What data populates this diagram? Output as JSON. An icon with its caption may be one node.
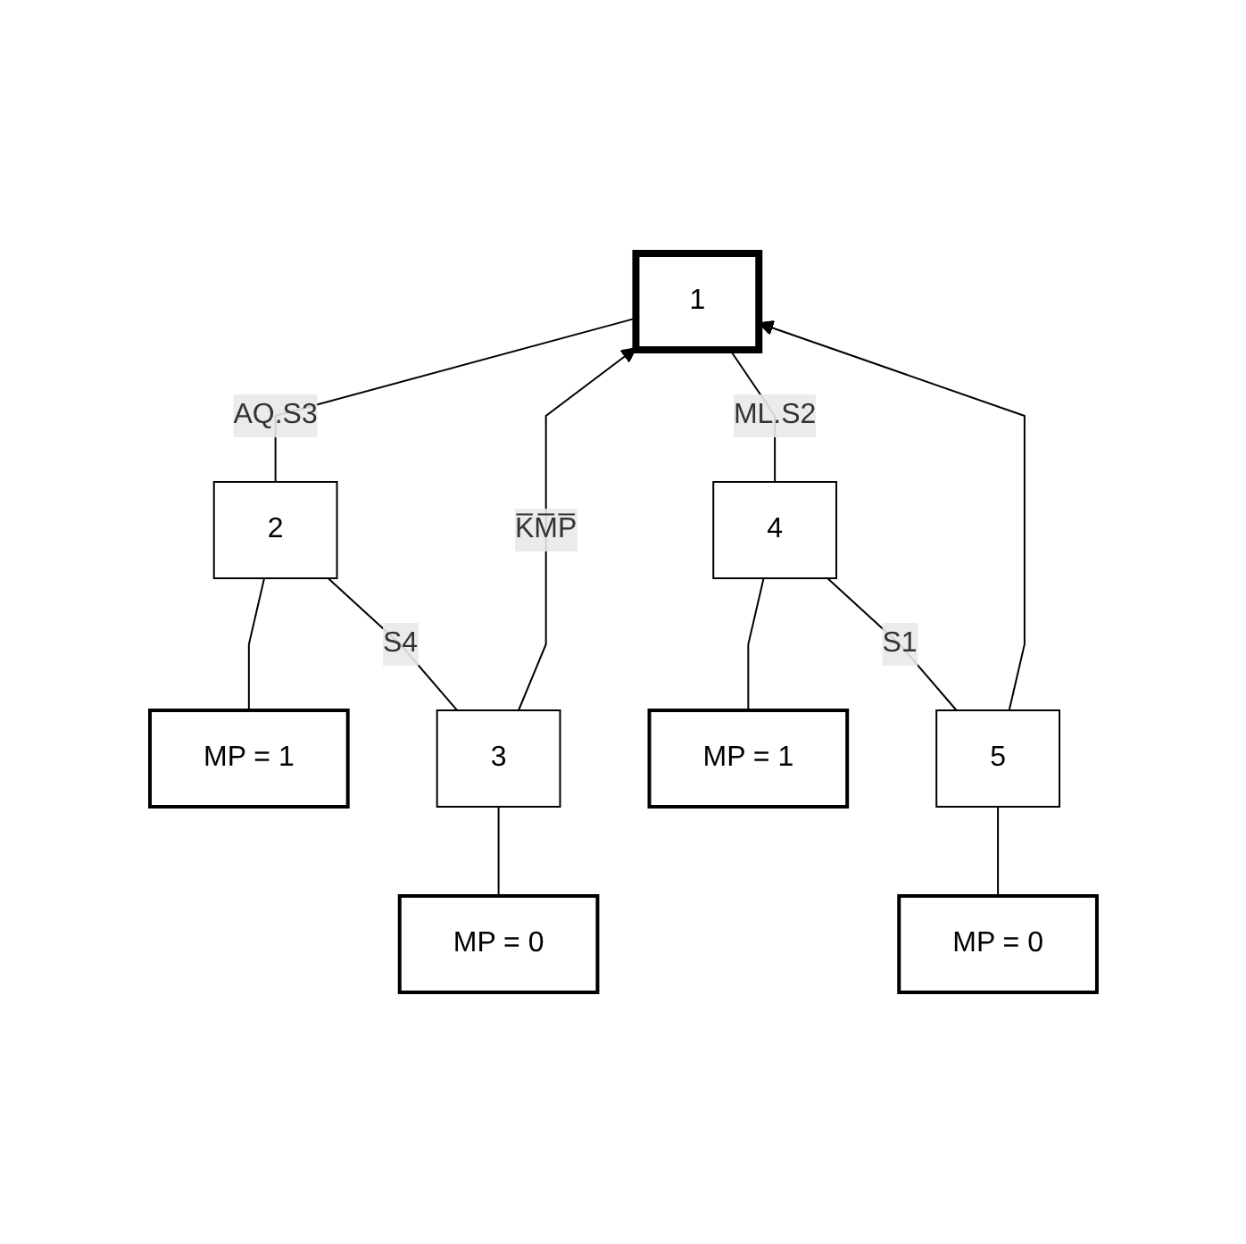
{
  "diagram": {
    "nodes": [
      {
        "text": [
          "1"
        ]
      },
      {
        "text": [
          "2"
        ]
      },
      {
        "text": [
          "MP = 1"
        ]
      },
      {
        "text": [
          "3"
        ]
      },
      {
        "text": [
          "MP = 0"
        ]
      },
      {
        "text": [
          "4"
        ]
      },
      {
        "text": [
          "MP = 1"
        ]
      },
      {
        "text": [
          "5"
        ]
      },
      {
        "text": [
          "MP = 0"
        ]
      }
    ],
    "edges": [
      {
        "from": 0,
        "to": 1,
        "arrow": "none",
        "label": "AQ.S3"
      },
      {
        "from": 1,
        "to": 2,
        "arrow": "none"
      },
      {
        "from": 1,
        "to": 3,
        "arrow": "none",
        "label": "S4"
      },
      {
        "from": 3,
        "to": 4,
        "arrow": "none"
      },
      {
        "from": 0,
        "to": 5,
        "arrow": "none",
        "label": "ML.S2"
      },
      {
        "from": 5,
        "to": 6,
        "arrow": "none"
      },
      {
        "from": 5,
        "to": 7,
        "arrow": "none",
        "label": "S1"
      },
      {
        "from": 7,
        "to": 8,
        "arrow": "none"
      },
      {
        "from": 3,
        "to": 0,
        "arrow": "to",
        "label": "K̅M̅P̅"
      },
      {
        "from": 7,
        "to": 0,
        "arrow": "to"
      }
    ]
  }
}
